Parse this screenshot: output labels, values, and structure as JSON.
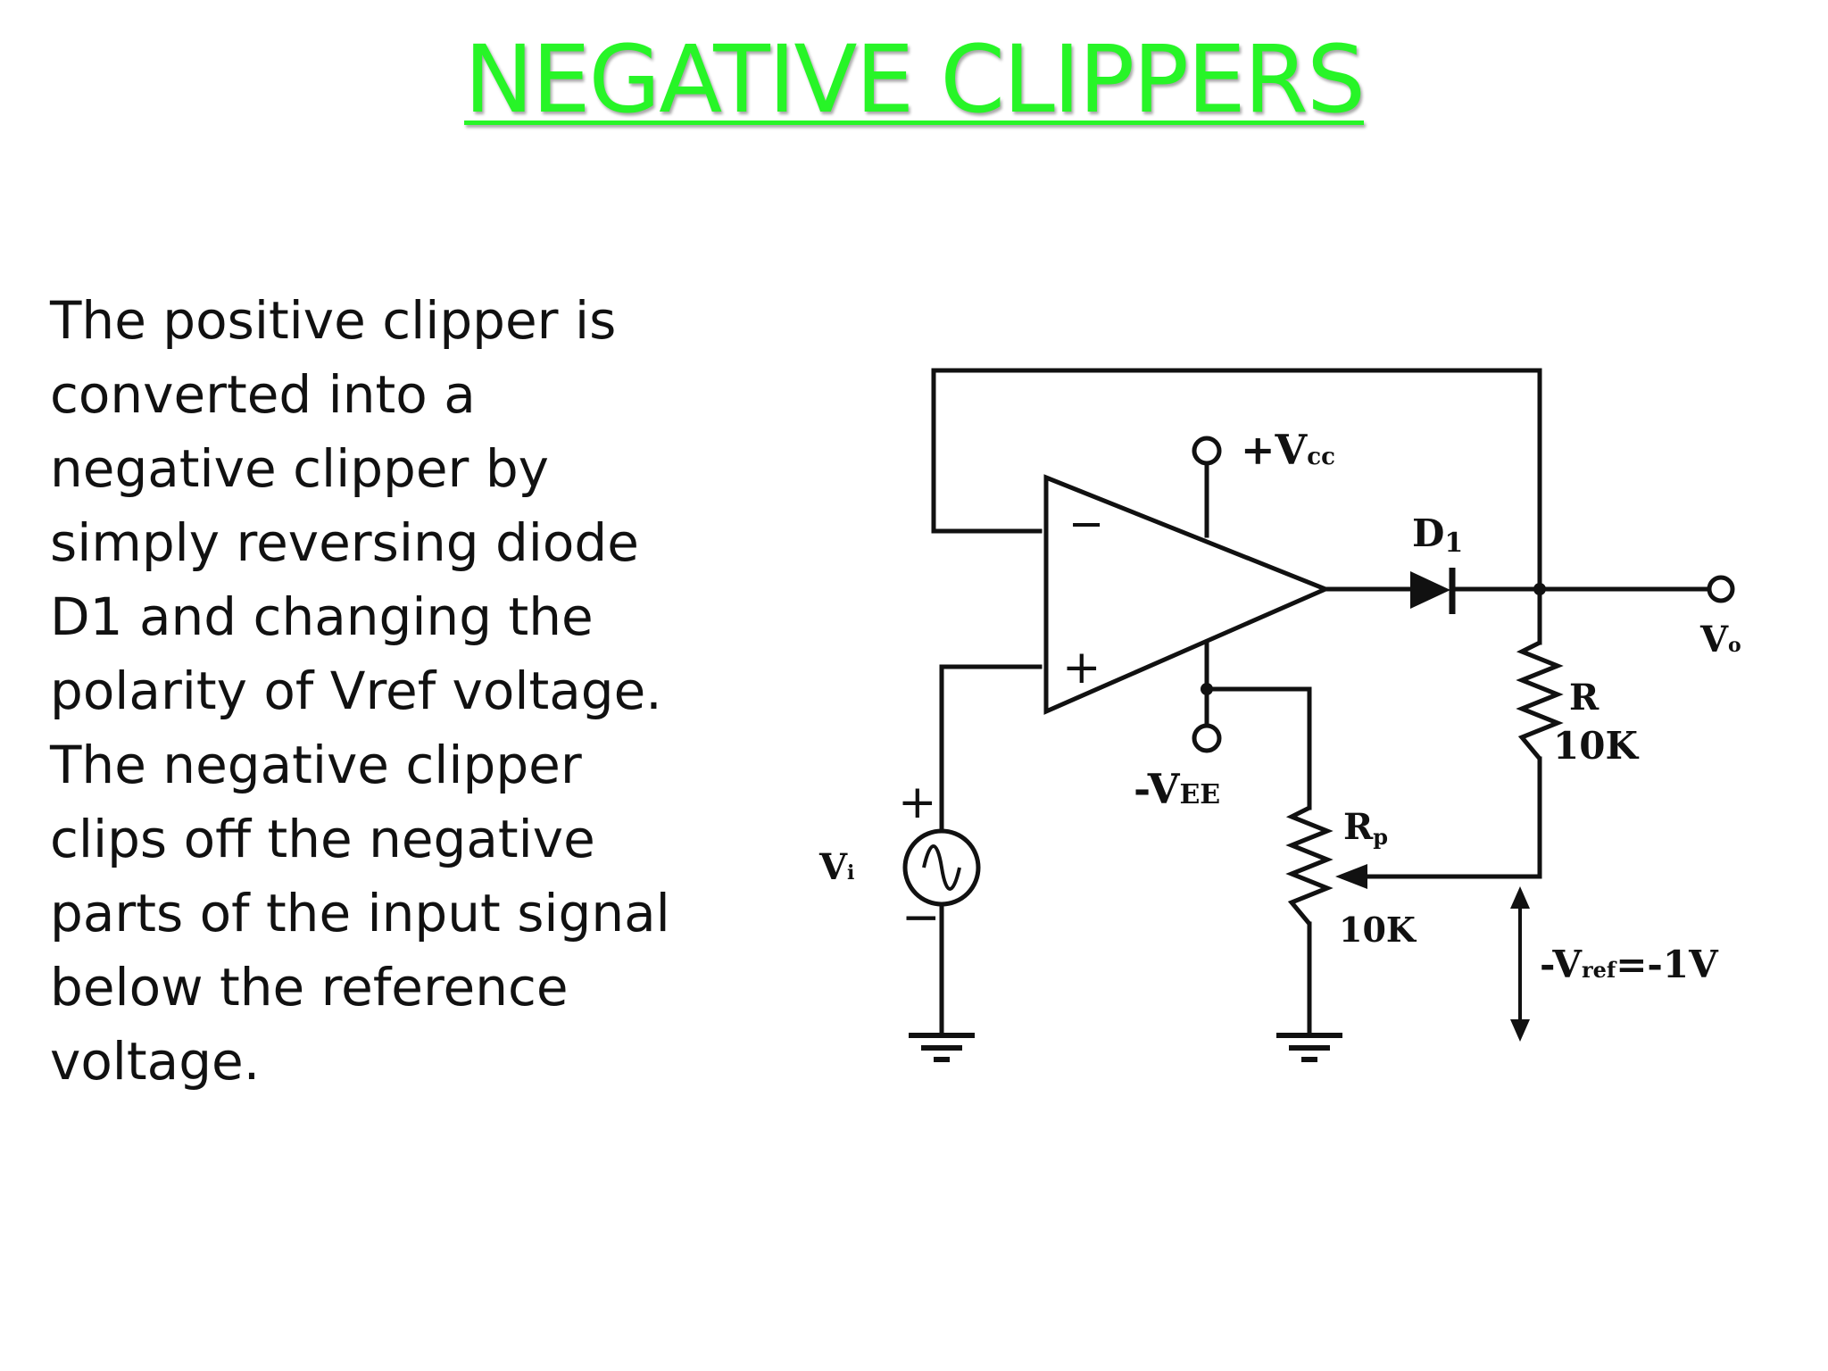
{
  "slide": {
    "title": "NEGATIVE CLIPPERS",
    "body": "The positive clipper is converted into a negative clipper by simply reversing diode D1 and changing the polarity of Vref voltage. The negative clipper clips off the negative parts of the input signal below the reference voltage."
  },
  "diagram": {
    "opamp_minus": "−",
    "opamp_plus": "+",
    "vcc_label": "+V",
    "vcc_sub": "cc",
    "vee_label": "-V",
    "vee_sub": "EE",
    "diode_label": "D",
    "diode_sub": "1",
    "resistor_r_label": "R",
    "resistor_r_value": "10K",
    "pot_label": "R",
    "pot_sub": "p",
    "pot_value": "10K",
    "source_label": "V",
    "source_sub": "i",
    "source_plus": "+",
    "source_minus": "−",
    "output_label": "V",
    "output_sub": "o",
    "vref_label": "-V",
    "vref_sub": "ref",
    "vref_value": "=-1V"
  }
}
